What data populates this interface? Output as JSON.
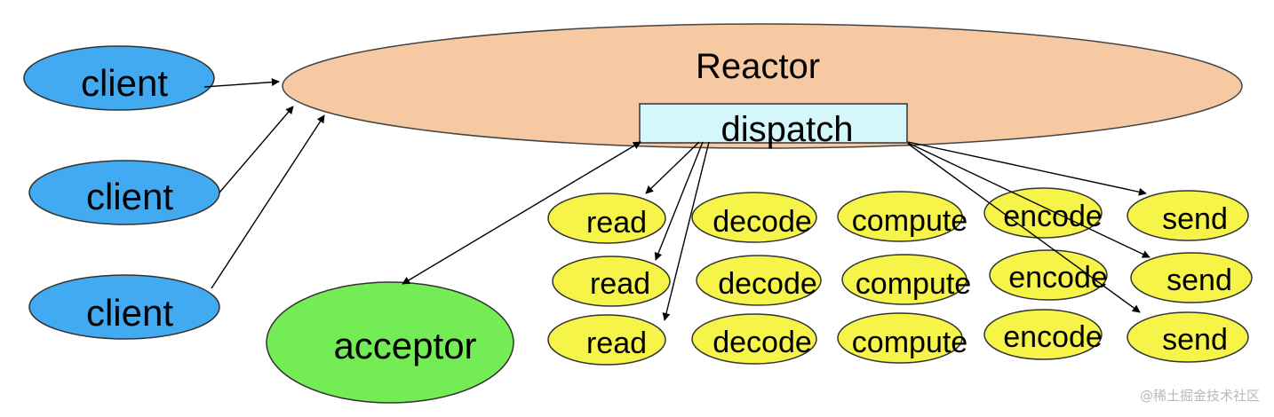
{
  "diagram": {
    "reactor_label": "Reactor",
    "dispatch_label": "dispatch",
    "acceptor_label": "acceptor",
    "client_label": "client",
    "stage_labels": [
      "read",
      "decode",
      "compute",
      "encode",
      "send"
    ]
  },
  "colors": {
    "reactor_fill": "#f6c9a2",
    "dispatch_fill": "#d4f7fb",
    "client_fill": "#42aaf0",
    "acceptor_fill": "#73ec55",
    "task_fill": "#f6f449"
  },
  "watermark": "@稀土掘金技术社区"
}
